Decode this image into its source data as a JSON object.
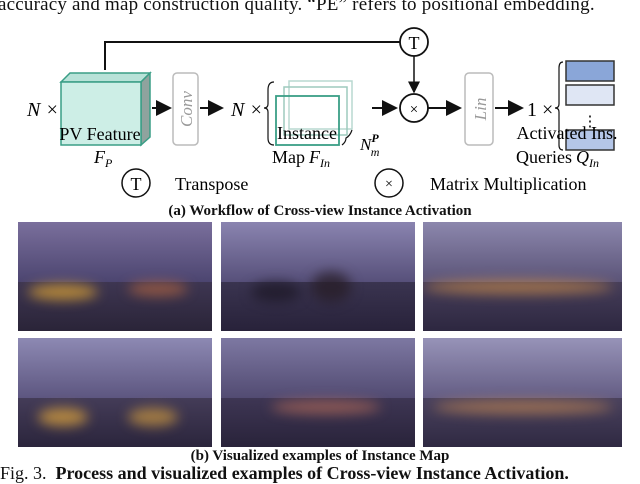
{
  "body_text_top": "accuracy and map construction quality. “PE” refers to positional embedding.",
  "diagram": {
    "n_times_1": "N ×",
    "conv_label": "Conv",
    "n_times_2": "N ×",
    "nmp_label": "N",
    "nmp_sup": "P",
    "nmp_sub": "m",
    "transpose_symbol": "T",
    "matmul_symbol": "×",
    "lin_label": "Lin",
    "one_times": "1 ×",
    "dots": "⋮",
    "pv_feature_label": "PV Feature",
    "pv_feature_symbol": "F",
    "pv_feature_sub": "P",
    "instance_map_label_1": "Instance",
    "instance_map_label_2": "Map",
    "instance_map_symbol": "F",
    "instance_map_sub": "In",
    "queries_label_1": "Activated Ins.",
    "queries_label_2": "Queries",
    "queries_symbol": "Q",
    "queries_sub": "In",
    "legend_transpose": "Transpose",
    "legend_matmul": "Matrix Multiplication",
    "colors": {
      "feature_fill": "#cdeee6",
      "feature_stroke": "#3a9e86",
      "query_dark": "#8aa6d8",
      "query_light": "#dfe6f4"
    }
  },
  "subcaption_a": "(a) Workflow of Cross-view Instance Activation",
  "subcaption_b": "(b) Visualized examples of Instance Map",
  "caption": {
    "prefix": "Fig. 3.",
    "text": "Process and visualized examples of Cross-view Instance Activation."
  }
}
